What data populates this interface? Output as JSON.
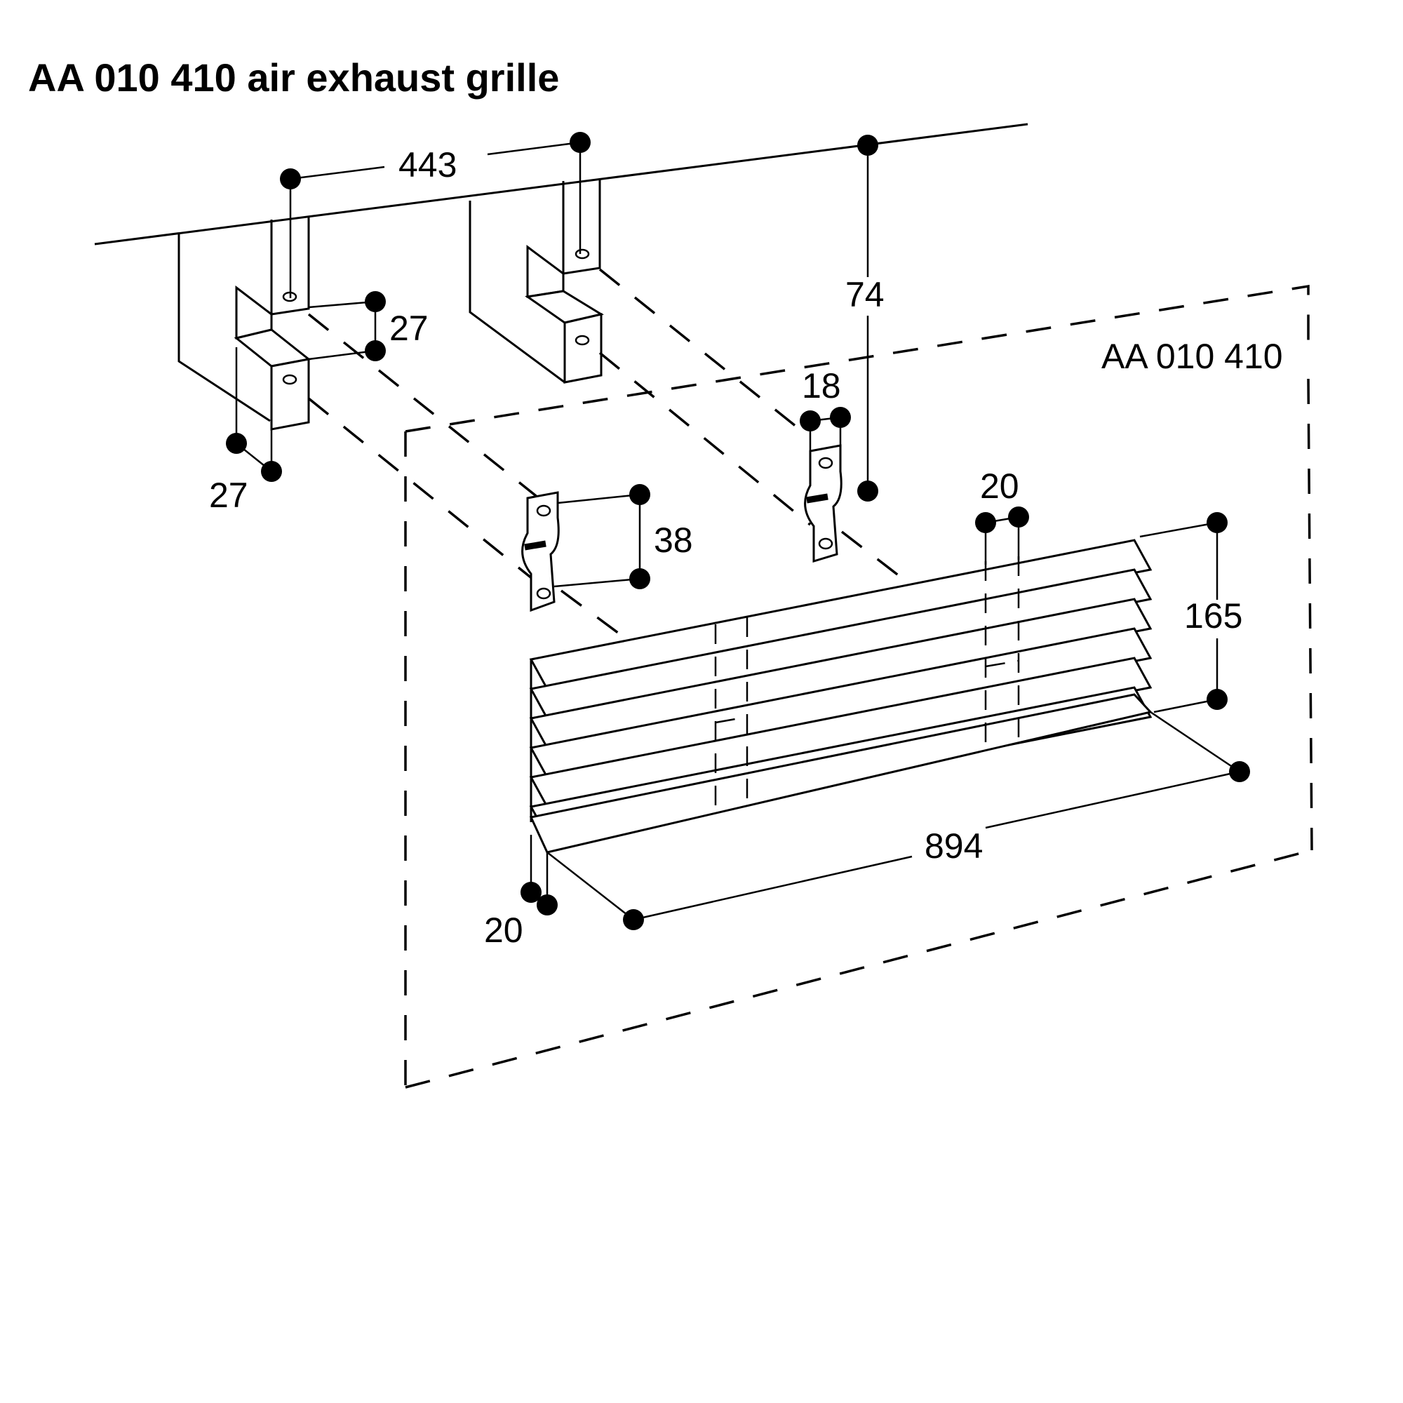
{
  "title": "AA 010 410 air exhaust grille",
  "model_label": "AA 010 410",
  "dimensions": {
    "bracket_spacing": "443",
    "bracket_height": "74",
    "mount_width_top": "27",
    "mount_width_bottom": "27",
    "clip_width": "18",
    "clip_height": "38",
    "slot_width": "20",
    "grille_height": "165",
    "grille_length": "894",
    "grille_depth": "20"
  },
  "dot_color": "#000000",
  "line_color": "#000000",
  "background": "#ffffff"
}
